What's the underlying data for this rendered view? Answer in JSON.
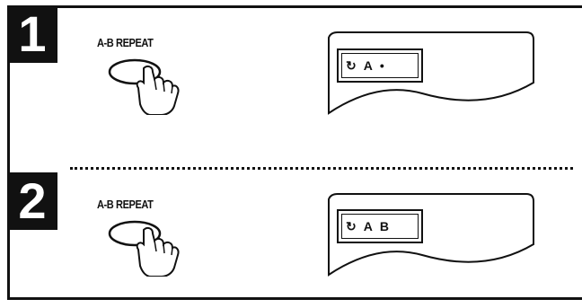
{
  "steps": [
    {
      "number": "1",
      "button_label": "A-B REPEAT",
      "display": {
        "repeat_symbol": "↻",
        "point_a": "A",
        "point_b": "•"
      }
    },
    {
      "number": "2",
      "button_label": "A-B REPEAT",
      "display": {
        "repeat_symbol": "↻",
        "point_a": "A",
        "point_b": "B"
      }
    }
  ],
  "icons": {
    "hand_press": "hand-pressing-button-icon",
    "repeat": "repeat-icon"
  },
  "colors": {
    "ink": "#111111",
    "paper": "#ffffff"
  }
}
